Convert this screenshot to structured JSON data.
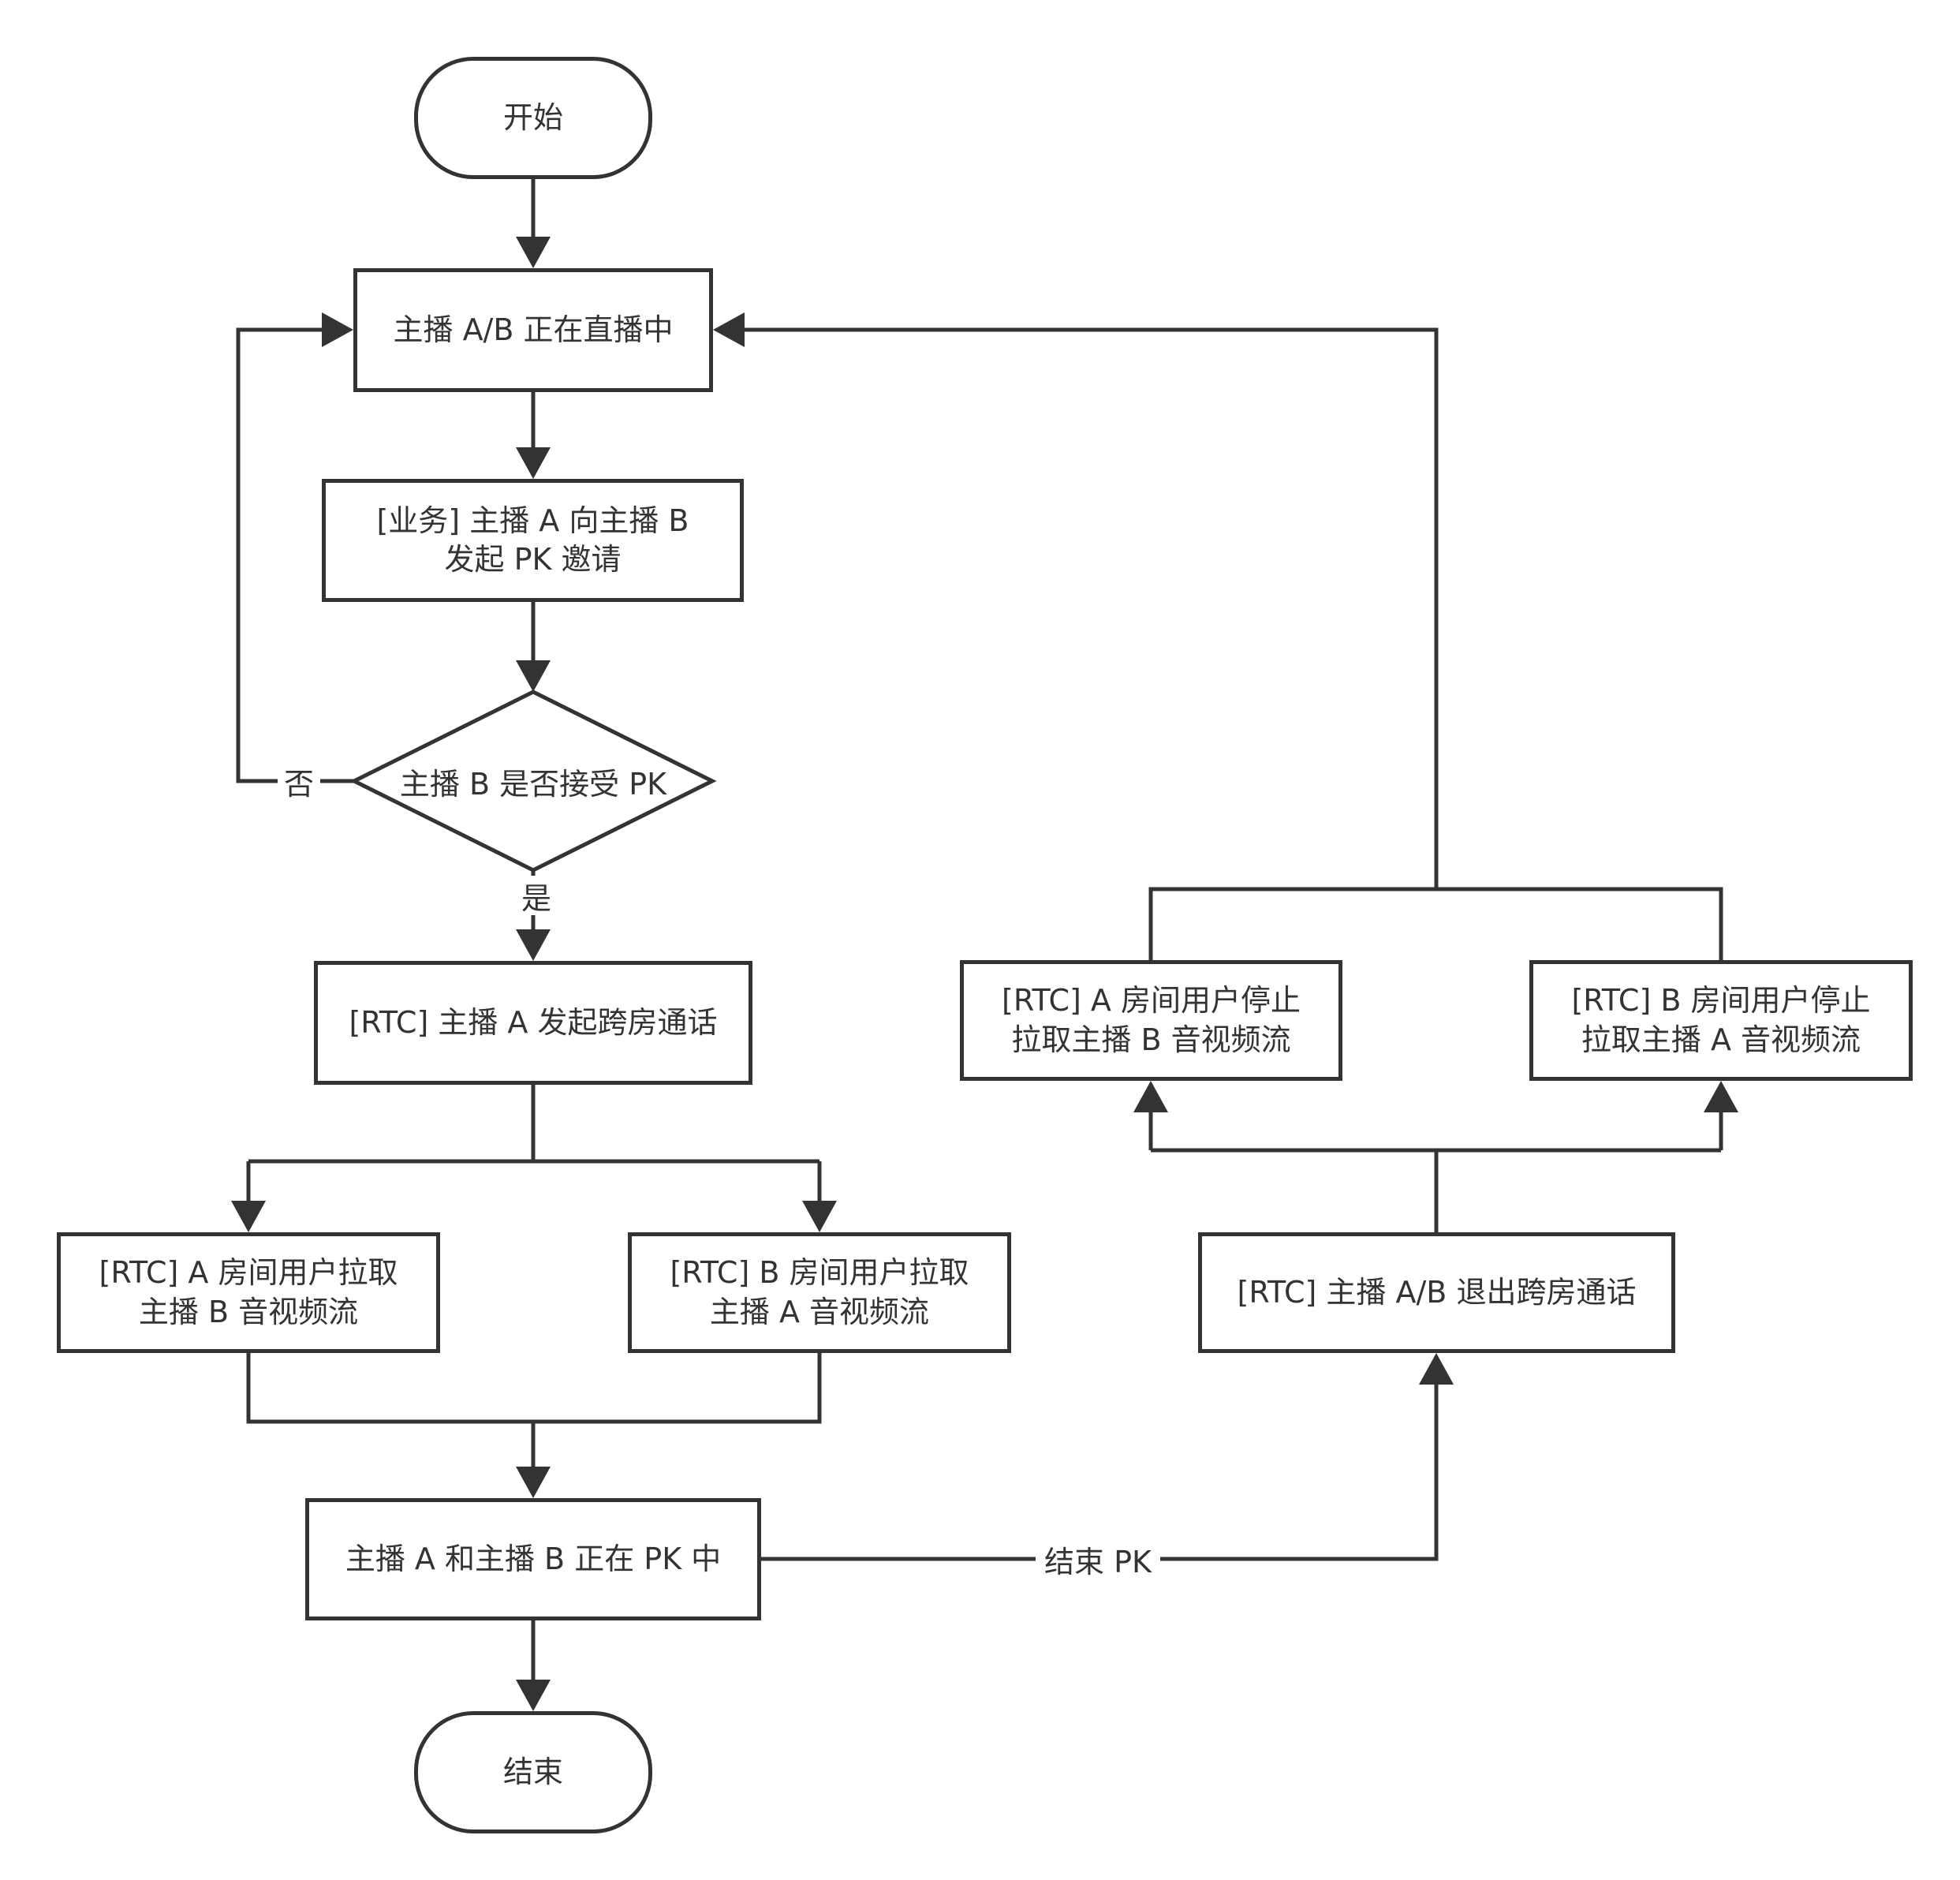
{
  "nodes": {
    "start": "开始",
    "live": "主播 A/B 正在直播中",
    "invite": "[业务] 主播 A 向主播 B\n发起 PK 邀请",
    "decision": "主播 B 是否接受 PK",
    "cross_call": "[RTC] 主播 A 发起跨房通话",
    "a_pull": "[RTC] A 房间用户拉取\n主播 B 音视频流",
    "b_pull": "[RTC] B 房间用户拉取\n主播 A 音视频流",
    "in_pk": "主播 A 和主播 B 正在 PK 中",
    "end": "结束",
    "exit_call": "[RTC] 主播 A/B 退出跨房通话",
    "a_stop": "[RTC] A 房间用户停止\n拉取主播 B 音视频流",
    "b_stop": "[RTC] B 房间用户停止\n拉取主播 A 音视频流"
  },
  "edge_labels": {
    "no": "否",
    "yes": "是",
    "end_pk": "结束 PK"
  },
  "colors": {
    "stroke": "#333333",
    "fill": "#ffffff"
  }
}
